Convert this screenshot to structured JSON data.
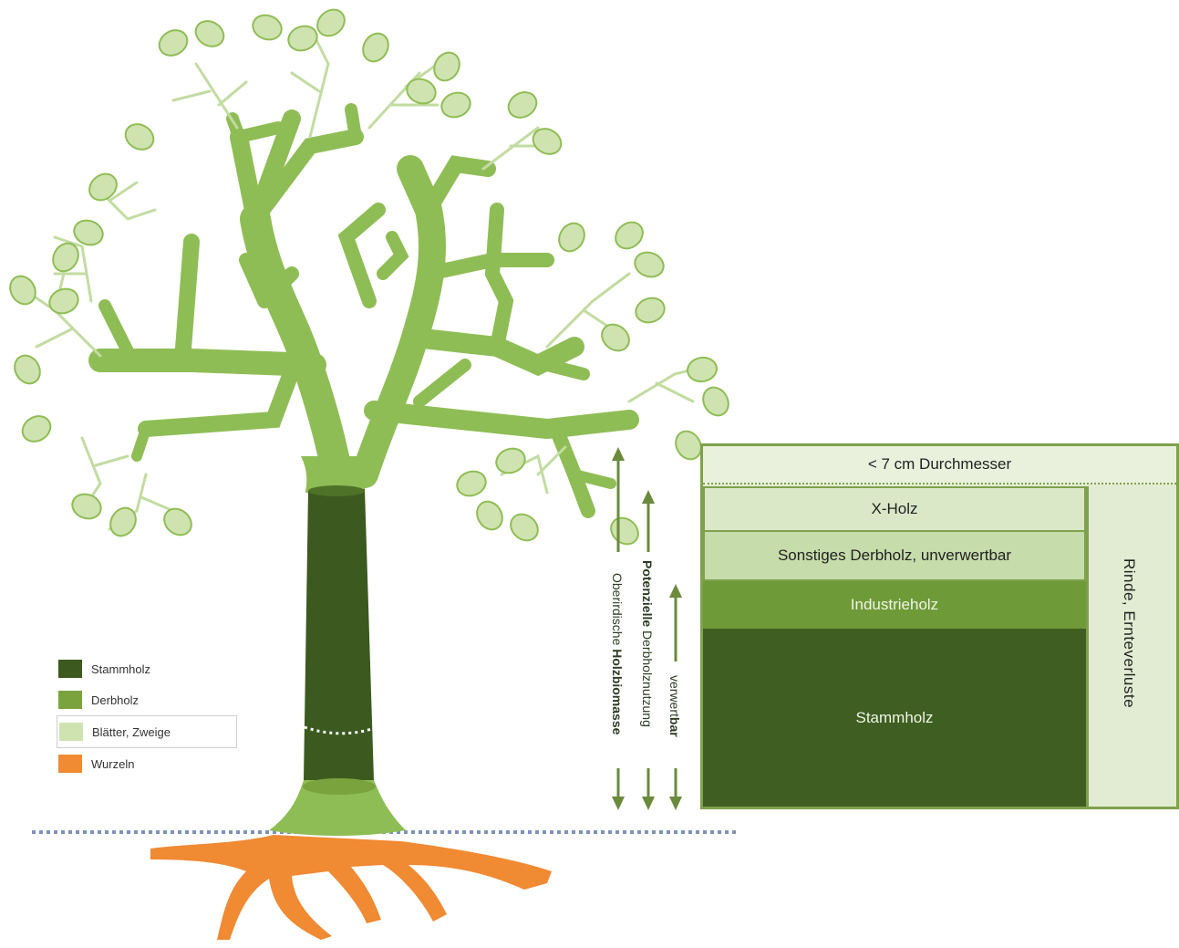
{
  "legend": [
    {
      "label": "Stammholz",
      "color": "#3c5a1f"
    },
    {
      "label": "Derbholz",
      "color": "#7aa33e"
    },
    {
      "label": "Blätter, Zweige",
      "color": "#cfe3b0"
    },
    {
      "label": "Wurzeln",
      "color": "#f08a33"
    }
  ],
  "arrows": {
    "oberirdisch": {
      "prefix": "Oberirdische ",
      "bold": "Holzbiomasse"
    },
    "potenzielle": {
      "bold": "Potenzielle ",
      "rest": "Derbholznutzung"
    },
    "verwertbar": {
      "prefix": "verwert",
      "bold": "bar"
    }
  },
  "boxes": {
    "durchmesser": "< 7 cm Durchmesser",
    "xholz": "X-Holz",
    "sonstiges": "Sonstiges Derbholz, unverwertbar",
    "industrie": "Industrieholz",
    "stamm": "Stammholz",
    "rinde": "Rinde, Ernteverluste"
  },
  "colors": {
    "stamm": "#3c5a1f",
    "derb": "#7aa33e",
    "leaf": "#cfe3b0",
    "root": "#f08a33",
    "ground": "#7e93b8"
  }
}
